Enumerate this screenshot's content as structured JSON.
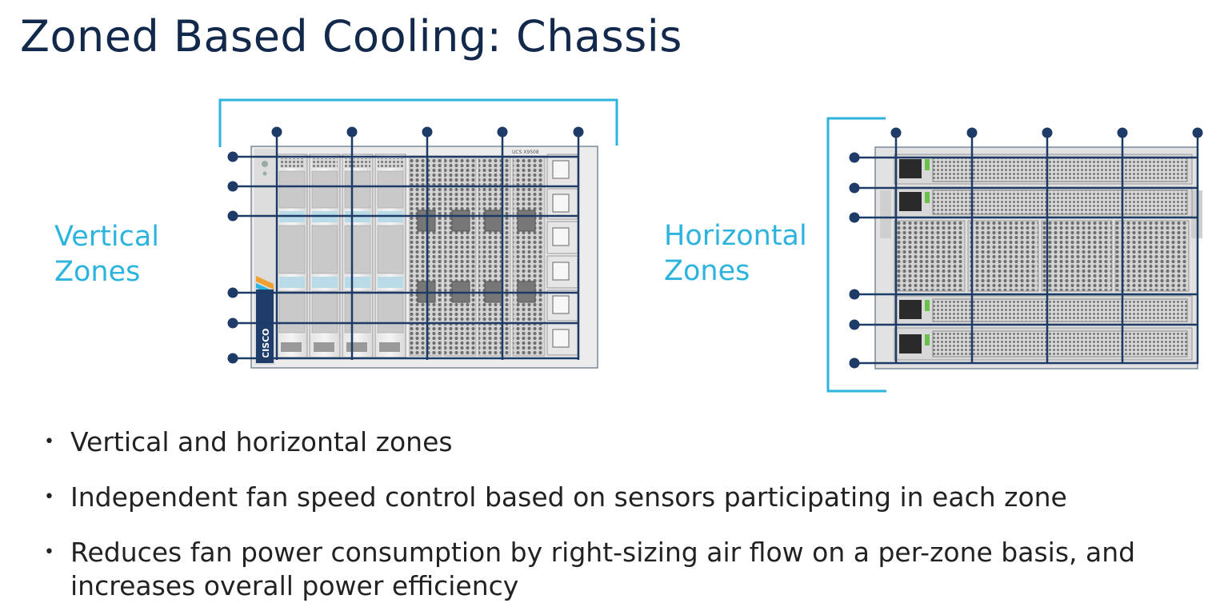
{
  "title": "Zoned Based Cooling: Chassis",
  "vertical_label": [
    "Vertical",
    "Zones"
  ],
  "horizontal_label": [
    "Horizontal",
    "Zones"
  ],
  "chassis_model": "UCS X9508",
  "chassis_brand": "CISCO",
  "bullet_glyph": "•",
  "bullets": [
    "Vertical and horizontal zones",
    "Independent fan speed control based on sensors participating in each zone",
    "Reduces fan power consumption by right-sizing air flow on a per-zone basis, and increases overall power efficiency"
  ],
  "colors": {
    "title": "#13294b",
    "accent": "#2db4de",
    "zone_line": "#1d3b66",
    "body_text": "#222222"
  }
}
